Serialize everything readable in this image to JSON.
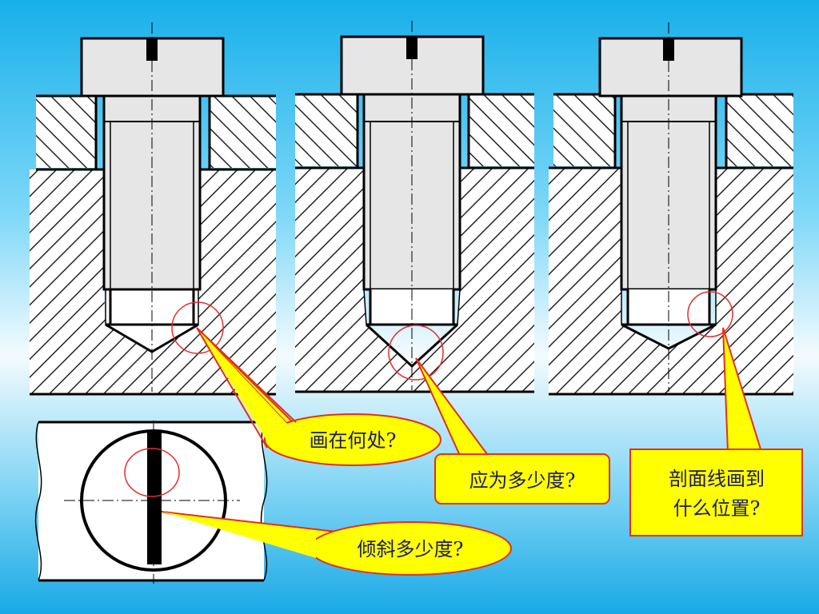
{
  "callouts": {
    "where_to_draw": "画在何处?",
    "what_angle": "应为多少度?",
    "hatch_extent_line1": "剖面线画到",
    "hatch_extent_line2": "什么位置?",
    "tilt_angle": "倾斜多少度?"
  },
  "colors": {
    "hatch_block_fill": "#ffffff",
    "bolt_fill": "#e6e6e6",
    "callout_fill": "#ffff00",
    "callout_stroke": "#e03020",
    "marker_circle": "#e03030",
    "text_color": "#1a1a66"
  }
}
